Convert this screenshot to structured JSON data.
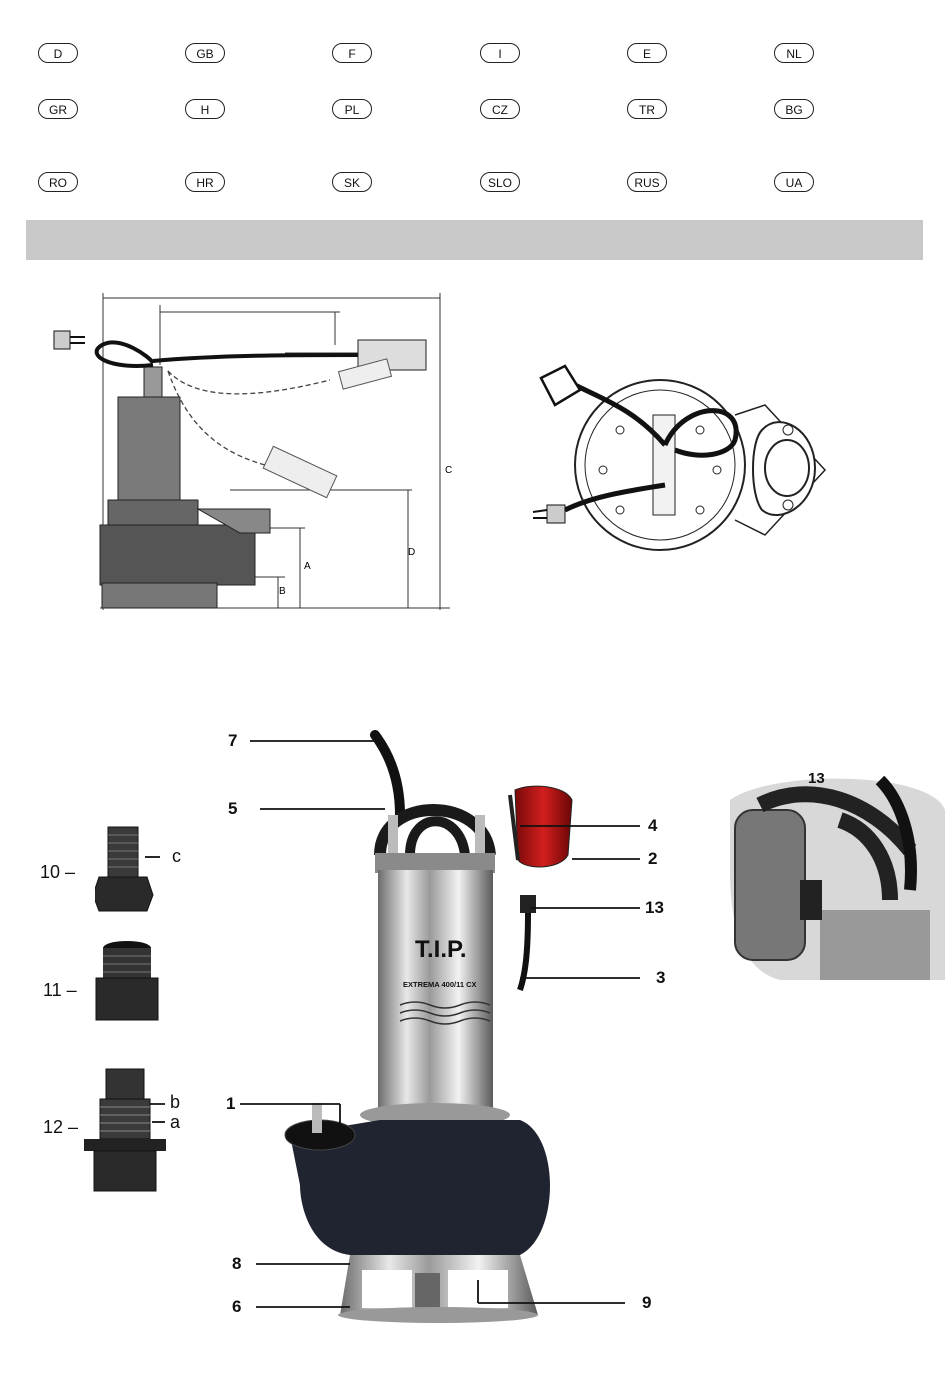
{
  "languages": [
    "D",
    "GB",
    "F",
    "I",
    "E",
    "NL",
    "GR",
    "H",
    "PL",
    "CZ",
    "TR",
    "BG",
    "RO",
    "HR",
    "SK",
    "SLO",
    "RUS",
    "UA"
  ],
  "diagram_labels": {
    "a": "A",
    "b": "B",
    "c": "C",
    "d": "D"
  },
  "brand": {
    "name": "T.I.P.",
    "model": "EXTREMA 400/11 CX"
  },
  "callouts": {
    "n1": "1",
    "n2": "2",
    "n3": "3",
    "n4": "4",
    "n5": "5",
    "n6": "6",
    "n7": "7",
    "n8": "8",
    "n9": "9",
    "n10": "10 –",
    "n11": "11 –",
    "n12": "12 –",
    "n13": "13",
    "n13_detail": "13",
    "a": "a",
    "b": "b",
    "c": "c"
  }
}
